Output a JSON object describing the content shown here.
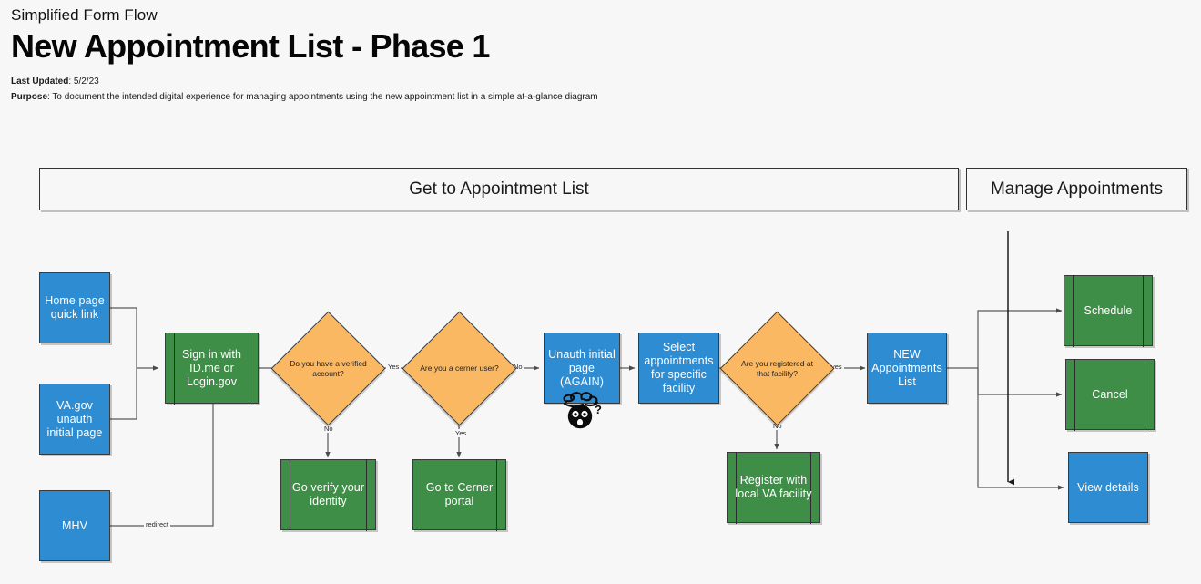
{
  "header": {
    "eyebrow": "Simplified Form Flow",
    "title": "New Appointment List - Phase 1",
    "last_updated_label": "Last Updated",
    "last_updated_value": ": 5/2/23",
    "purpose_label": "Purpose",
    "purpose_value": ": To document the intended digital experience for managing appointments using the new appointment list in a simple at-a-glance diagram"
  },
  "lanes": [
    {
      "id": "get-to-appointment-list",
      "label": "Get to Appointment List"
    },
    {
      "id": "manage-appointments",
      "label": "Manage Appointments"
    }
  ],
  "nodes": {
    "home_page": "Home page quick link",
    "vagov_unauth": "VA.gov unauth initial page",
    "mhv": "MHV",
    "sign_in": "Sign in with ID.me or Login.gov",
    "verified_account_q": "Do you have a verified account?",
    "go_verify": "Go verify your identity",
    "cerner_user_q": "Are you a cerner user?",
    "cerner_portal": "Go to Cerner portal",
    "unauth_again": "Unauth initial page (AGAIN)",
    "select_appointments": "Select appointments for specific facility",
    "registered_facility_q": "Are you registered at that facility?",
    "register_local": "Register with local VA facility",
    "new_appointments_list": "NEW Appointments List",
    "schedule": "Schedule",
    "cancel": "Cancel",
    "view_details": "View details"
  },
  "edge_labels": {
    "mhv_redirect": "redirect",
    "verified_yes": "Yes",
    "verified_no": "No",
    "cerner_no": "No",
    "cerner_yes": "Yes",
    "registered_yes": "yes",
    "registered_no": "No"
  },
  "colors": {
    "blue": "#2d8cd2",
    "green": "#3e8e47",
    "orange": "#fbb862",
    "stroke": "#3a3a3a",
    "background": "#f7f7f7",
    "lane_fill": "#f7f7f7"
  },
  "icons": {
    "dizzy_face": "dizzy-face-emoji"
  }
}
